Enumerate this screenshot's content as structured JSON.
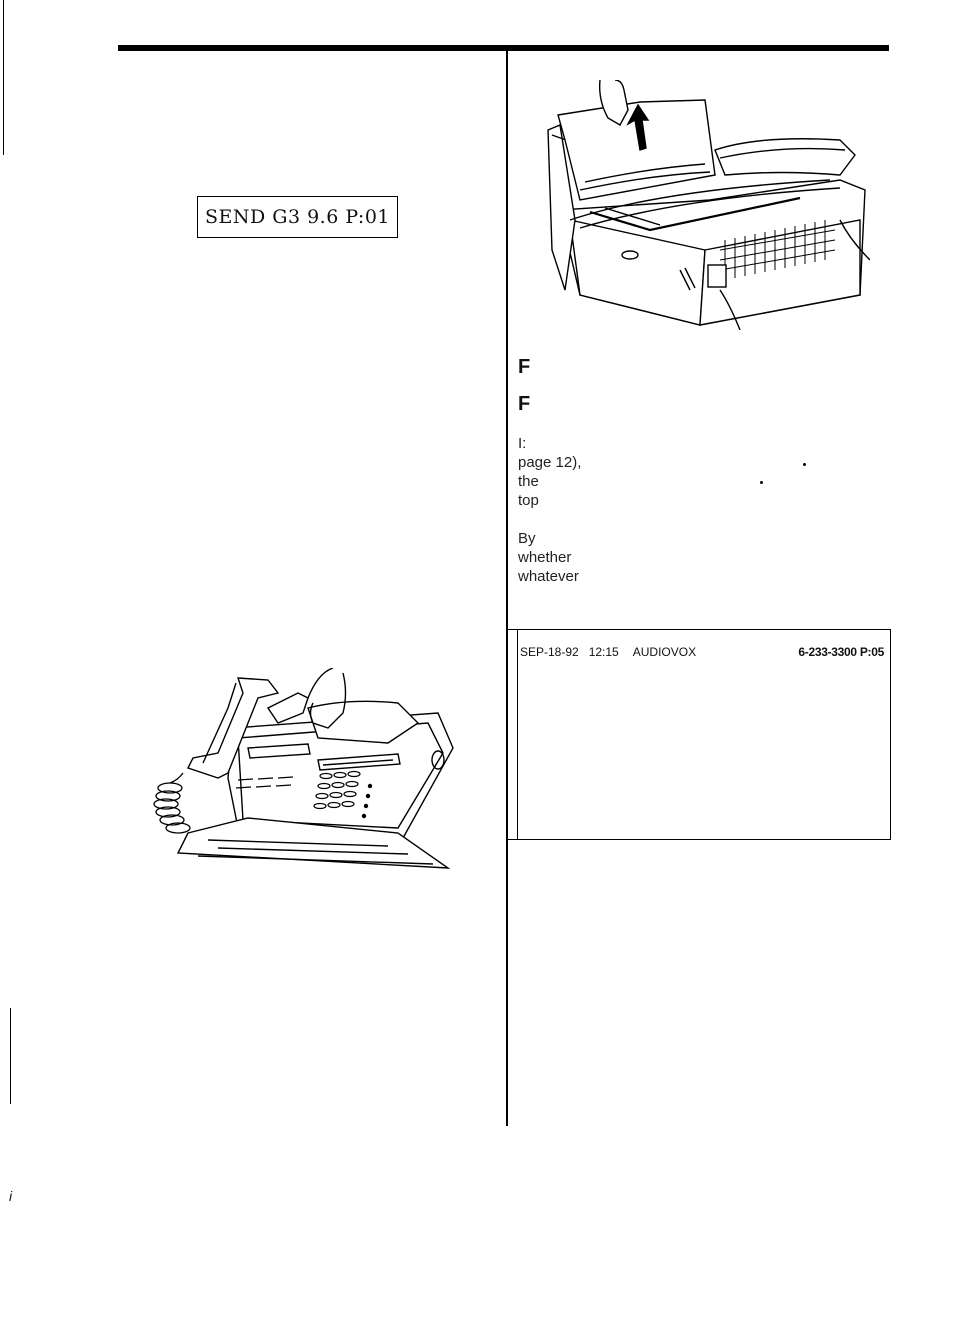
{
  "display": {
    "lcd_text": "SEND G3 9.6 P:01"
  },
  "right_column": {
    "heading_fragment_1": "F",
    "heading_fragment_2": "F",
    "body_fragments": [
      "I:",
      "page 12),",
      "the",
      "top",
      "By",
      "whether",
      "whatever"
    ]
  },
  "report": {
    "date": "SEP-18-92",
    "time": "12:15",
    "sender": "AUDIOVOX",
    "number_page": "6-233-3300 P:05"
  },
  "footer": {
    "mark": "i"
  },
  "illustrations": {
    "top_right": "fax-machine-removing-paper-illustration",
    "bottom_left": "fax-machine-loading-document-illustration"
  }
}
